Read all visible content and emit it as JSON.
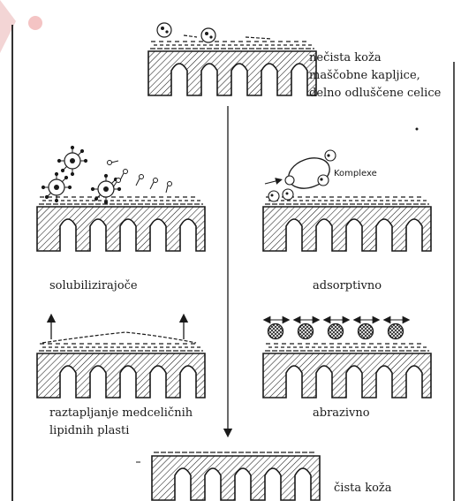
{
  "labels": {
    "top_line1": "nečista koža",
    "top_line2": "maščobne kapljice,",
    "top_line3": "delno odluščene celice",
    "mid_left": "solubilizirajoče",
    "mid_right": "adsorptivno",
    "komplexe": "Komplexe",
    "low_left_line1": "raztapljanje medceličnih",
    "low_left_line2": "lipidnih plasti",
    "low_right": "abrazivno",
    "bottom": "čista koža"
  },
  "colors": {
    "ink": "#1a1a1a",
    "paper": "#ffffff",
    "accent_dot": "#e03a3a"
  },
  "panels": [
    {
      "id": "top",
      "name": "dirty-skin-panel",
      "stage": "initial"
    },
    {
      "id": "solubilizing",
      "name": "solubilizing-panel",
      "stage": "mechanism"
    },
    {
      "id": "adsorptive",
      "name": "adsorptive-panel",
      "stage": "mechanism"
    },
    {
      "id": "dissolving",
      "name": "dissolving-lipid-layers-panel",
      "stage": "mechanism"
    },
    {
      "id": "abrasive",
      "name": "abrasive-panel",
      "stage": "mechanism"
    },
    {
      "id": "bottom",
      "name": "clean-skin-panel",
      "stage": "final"
    }
  ]
}
